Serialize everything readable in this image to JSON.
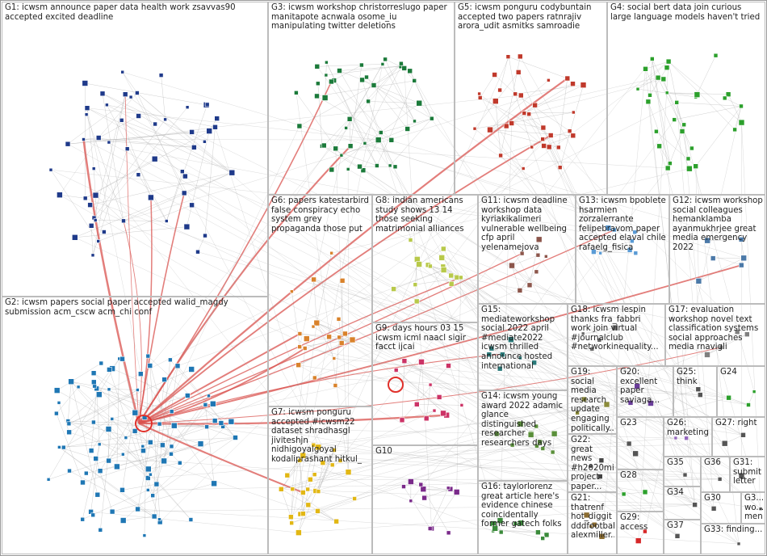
{
  "groups": [
    {
      "id": "G1",
      "label": "G1: icwsm announce paper data health work zsavvas90 accepted excited deadline"
    },
    {
      "id": "G2",
      "label": "G2: icwsm papers social paper accepted walid_magdy submission acm_cscw acm_chi conf"
    },
    {
      "id": "G3",
      "label": "G3: icwsm workshop christorreslugo paper manitapote acnwala osome_iu manipulating twitter deletions"
    },
    {
      "id": "G4",
      "label": "G4: social bert data join curious large language models haven't tried"
    },
    {
      "id": "G5",
      "label": "G5: icwsm ponguru codybuntain accepted two papers ratnrajiv arora_udit asmitks samroadie"
    },
    {
      "id": "G6",
      "label": "G6: papers katestarbird false conspiracy echo system grey propaganda those put"
    },
    {
      "id": "G7",
      "label": "G7: icwsm ponguru accepted #icwsm22 dataset shradhasgl jiviteshjn nidhigoyalgoyal kodaliprashant hitkul_"
    },
    {
      "id": "G8",
      "label": "G8: indian americans study shows 13 14 those seeking matrimonial alliances"
    },
    {
      "id": "G9",
      "label": "G9: days hours 03 15 icwsm icml naacl sigir facct ijcai"
    },
    {
      "id": "G10",
      "label": "G10"
    },
    {
      "id": "G11",
      "label": "G11: icwsm deadline workshop data kyriakikalimeri vulnerable wellbeing cfp april yelenamejova"
    },
    {
      "id": "G12",
      "label": "G12: icwsm workshop social colleagues hemanklamba ayanmukhrjee great media emergency 2022"
    },
    {
      "id": "G13",
      "label": "G13: icwsm bpoblete hsarmien zorzalerrante felipebravom paper accepted elaval chile rafaelg_fisica"
    },
    {
      "id": "G14",
      "label": "G14: icwsm young award 2022 adamic glance distinguished researcher researchers days"
    },
    {
      "id": "G15",
      "label": "G15: mediateworkshop social 2022 april #mediate2022 icwsm thrilled announce hosted international"
    },
    {
      "id": "G16",
      "label": "G16: taylorlorenz great article here's evidence chinese coincidentally former gatech folks"
    },
    {
      "id": "G17",
      "label": "G17: evaluation workshop novel text classification systems social approaches media rnavigli"
    },
    {
      "id": "G18",
      "label": "G18: icwsm lespin thanks fra_fabbri work join virtual #journalclub #networkinequality..."
    },
    {
      "id": "G19",
      "label": "G19: social media research update engaging politically..."
    },
    {
      "id": "G20",
      "label": "G20: excellent paper saviaga..."
    },
    {
      "id": "G21",
      "label": "G21: thatrenf hot_diggit dddfootball alexmiller..."
    },
    {
      "id": "G22",
      "label": "G22: great news #h2020mi... project paper..."
    },
    {
      "id": "G23",
      "label": "G23"
    },
    {
      "id": "G24",
      "label": "G24"
    },
    {
      "id": "G25",
      "label": "G25: think"
    },
    {
      "id": "G26",
      "label": "G26: marketing"
    },
    {
      "id": "G27",
      "label": "G27: right"
    },
    {
      "id": "G28",
      "label": "G28"
    },
    {
      "id": "G29",
      "label": "G29: access"
    },
    {
      "id": "G30",
      "label": "G30"
    },
    {
      "id": "G31",
      "label": "G31: submit letter"
    },
    {
      "id": "G32",
      "label": "G3... wo... men"
    },
    {
      "id": "G33",
      "label": "G33: finding..."
    },
    {
      "id": "G34",
      "label": "G34"
    },
    {
      "id": "G35",
      "label": "G35"
    },
    {
      "id": "G36",
      "label": "G36"
    },
    {
      "id": "G37",
      "label": "G37"
    }
  ]
}
